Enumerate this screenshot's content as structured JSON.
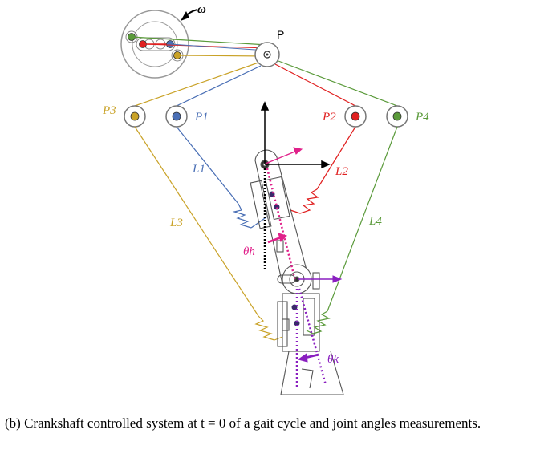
{
  "labels": {
    "omega": "ω",
    "p": "P",
    "p1": "P1",
    "p2": "P2",
    "p3": "P3",
    "p4": "P4",
    "l1": "L1",
    "l2": "L2",
    "l3": "L3",
    "l4": "L4",
    "theta_h": "θh",
    "theta_k": "θk"
  },
  "caption": {
    "text": "(b) Crankshaft controlled system at t = 0 of a gait cycle and joint angles measurements."
  },
  "colors": {
    "p1_blue": "#4a6fb5",
    "p2_red": "#e02020",
    "p3_gold": "#c9a227",
    "p4_green": "#5a9a3a",
    "magenta": "#e0218a",
    "purple": "#8a1fc0",
    "structure_gray": "#555555"
  }
}
